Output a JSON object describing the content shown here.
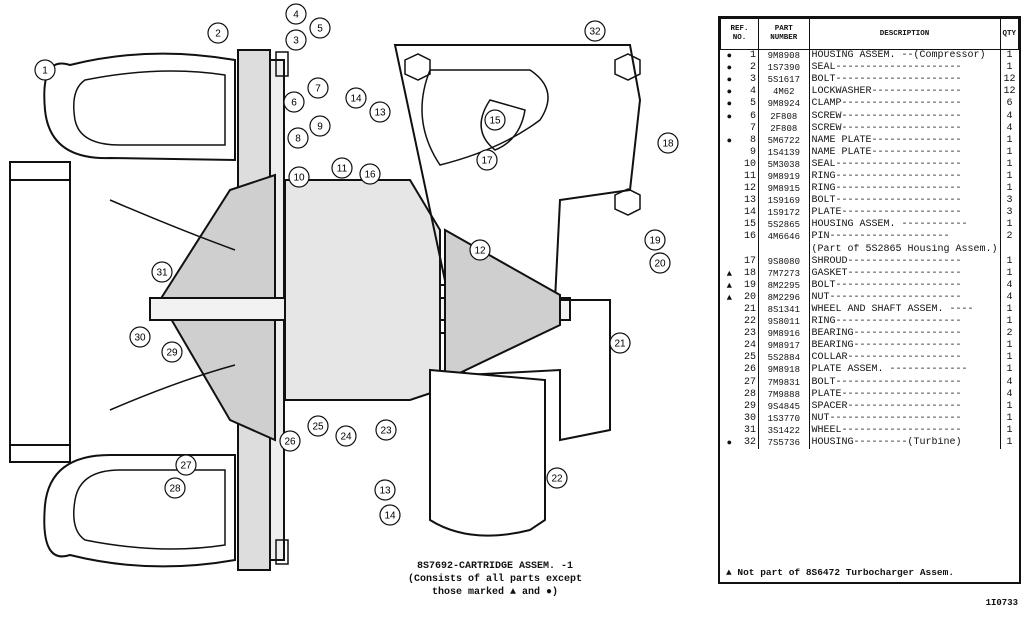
{
  "callouts": [
    "1",
    "2",
    "3",
    "4",
    "5",
    "6",
    "7",
    "8",
    "9",
    "10",
    "11",
    "12",
    "13",
    "13",
    "14",
    "14",
    "15",
    "16",
    "17",
    "18",
    "19",
    "20",
    "21",
    "22",
    "23",
    "24",
    "25",
    "26",
    "27",
    "28",
    "29",
    "30",
    "31",
    "32"
  ],
  "caption": {
    "line1": "8S7692-CARTRIDGE ASSEM. -1",
    "line2": "(Consists of all parts except",
    "line3": "those marked ▲ and ●)"
  },
  "table": {
    "headers": {
      "ref": "REF. NO.",
      "part": "PART NUMBER",
      "desc": "DESCRIPTION",
      "qty": "QTY"
    },
    "rows": [
      {
        "mark": "●",
        "no": "1",
        "part": "9M8908",
        "desc": "HOUSING ASSEM. --(Compressor)",
        "qty": "1"
      },
      {
        "mark": "●",
        "no": "2",
        "part": "1S7390",
        "desc": "SEAL---------------------",
        "qty": "1"
      },
      {
        "mark": "●",
        "no": "3",
        "part": "5S1617",
        "desc": "BOLT---------------------",
        "qty": "12"
      },
      {
        "mark": "●",
        "no": "4",
        "part": "4M62",
        "desc": "LOCKWASHER---------------",
        "qty": "12"
      },
      {
        "mark": "●",
        "no": "5",
        "part": "9M8924",
        "desc": "CLAMP--------------------",
        "qty": "6"
      },
      {
        "mark": "●",
        "no": "6",
        "part": "2F808",
        "desc": "SCREW--------------------",
        "qty": "4"
      },
      {
        "mark": "",
        "no": "7",
        "part": "2F808",
        "desc": "SCREW--------------------",
        "qty": "4"
      },
      {
        "mark": "●",
        "no": "8",
        "part": "5M6722",
        "desc": "NAME PLATE---------------",
        "qty": "1"
      },
      {
        "mark": "",
        "no": "9",
        "part": "1S4139",
        "desc": "NAME PLATE---------------",
        "qty": "1"
      },
      {
        "mark": "",
        "no": "10",
        "part": "5M3038",
        "desc": "SEAL---------------------",
        "qty": "1"
      },
      {
        "mark": "",
        "no": "11",
        "part": "9M8919",
        "desc": "RING---------------------",
        "qty": "1"
      },
      {
        "mark": "",
        "no": "12",
        "part": "9M8915",
        "desc": "RING---------------------",
        "qty": "1"
      },
      {
        "mark": "",
        "no": "13",
        "part": "1S9169",
        "desc": "BOLT---------------------",
        "qty": "3"
      },
      {
        "mark": "",
        "no": "14",
        "part": "1S9172",
        "desc": "PLATE--------------------",
        "qty": "3"
      },
      {
        "mark": "",
        "no": "15",
        "part": "5S2865",
        "desc": "HOUSING ASSEM. -----------",
        "qty": "1"
      },
      {
        "mark": "",
        "no": "16",
        "part": "4M6646",
        "desc": "   PIN--------------------",
        "qty": "2"
      },
      {
        "mark": "",
        "no": "",
        "part": "",
        "desc": "(Part of 5S2865 Housing Assem.)",
        "qty": ""
      },
      {
        "mark": "",
        "no": "17",
        "part": "9S8080",
        "desc": "SHROUD-------------------",
        "qty": "1"
      },
      {
        "mark": "▲",
        "no": "18",
        "part": "7M7273",
        "desc": "GASKET-------------------",
        "qty": "1"
      },
      {
        "mark": "▲",
        "no": "19",
        "part": "8M2295",
        "desc": "BOLT---------------------",
        "qty": "4"
      },
      {
        "mark": "▲",
        "no": "20",
        "part": "8M2296",
        "desc": "NUT----------------------",
        "qty": "4"
      },
      {
        "mark": "",
        "no": "21",
        "part": "8S1341",
        "desc": "WHEEL AND SHAFT ASSEM. ----",
        "qty": "1"
      },
      {
        "mark": "",
        "no": "22",
        "part": "9S8011",
        "desc": "RING---------------------",
        "qty": "1"
      },
      {
        "mark": "",
        "no": "23",
        "part": "9M8916",
        "desc": "BEARING------------------",
        "qty": "2"
      },
      {
        "mark": "",
        "no": "24",
        "part": "9M8917",
        "desc": "BEARING------------------",
        "qty": "1"
      },
      {
        "mark": "",
        "no": "25",
        "part": "5S2884",
        "desc": "COLLAR-------------------",
        "qty": "1"
      },
      {
        "mark": "",
        "no": "26",
        "part": "9M8918",
        "desc": "PLATE ASSEM. -------------",
        "qty": "1"
      },
      {
        "mark": "",
        "no": "27",
        "part": "7M9831",
        "desc": "BOLT---------------------",
        "qty": "4"
      },
      {
        "mark": "",
        "no": "28",
        "part": "7M9888",
        "desc": "PLATE--------------------",
        "qty": "4"
      },
      {
        "mark": "",
        "no": "29",
        "part": "9S4845",
        "desc": "SPACER-------------------",
        "qty": "1"
      },
      {
        "mark": "",
        "no": "30",
        "part": "1S3770",
        "desc": "NUT----------------------",
        "qty": "1"
      },
      {
        "mark": "",
        "no": "31",
        "part": "3S1422",
        "desc": "WHEEL--------------------",
        "qty": "1"
      },
      {
        "mark": "●",
        "no": "32",
        "part": "7S5736",
        "desc": "HOUSING---------(Turbine)",
        "qty": "1"
      }
    ],
    "footnote": "▲ Not part of 8S6472 Turbocharger Assem."
  },
  "drawing_number": "1I0733"
}
